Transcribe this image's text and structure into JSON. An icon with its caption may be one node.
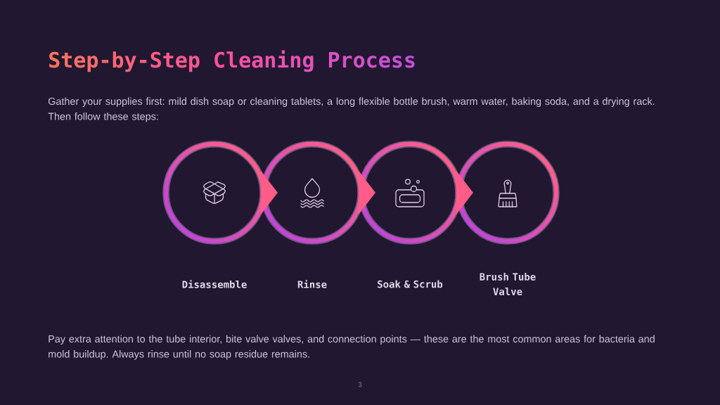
{
  "diagram": {
    "title": "Step-by-Step Cleaning Process",
    "nodes": [
      {
        "text": [
          "Disassemble"
        ]
      },
      {
        "text": [
          "Rinse"
        ]
      },
      {
        "text": [
          "Soak & Scrub"
        ]
      },
      {
        "text": [
          "Brush Tube Valve"
        ]
      }
    ],
    "edges": [
      {
        "from": 0,
        "to": 1,
        "arrow": "to"
      },
      {
        "from": 1,
        "to": 2,
        "arrow": "to"
      },
      {
        "from": 2,
        "to": 3,
        "arrow": "to"
      }
    ],
    "labels": [
      "Gather your supplies first: mild dish soap or cleaning tablets, a long flexible bottle brush, warm water, baking soda, and a drying rack. Then follow these steps:",
      "Pay extra attention to the tube interior, bite valve valves, and connection points — these are the most common areas for bacteria and mold buildup. Always rinse until no soap residue remains.",
      "3"
    ]
  }
}
